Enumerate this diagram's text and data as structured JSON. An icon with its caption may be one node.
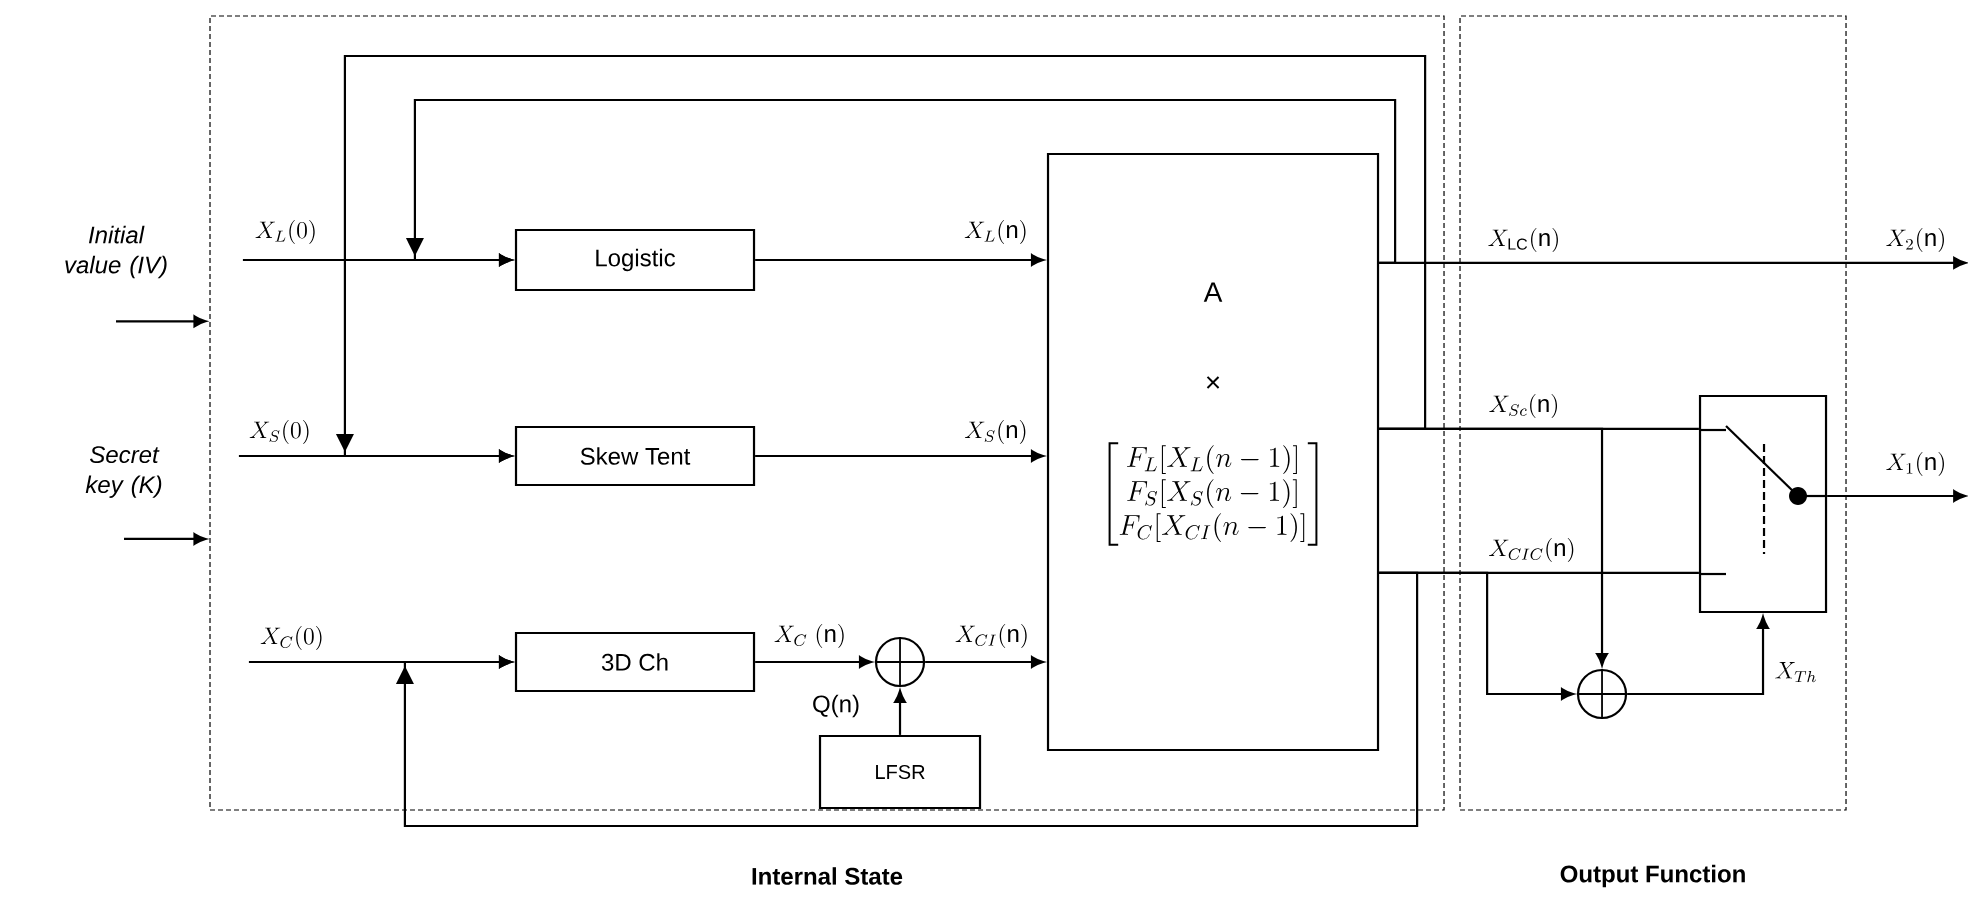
{
  "diagram": {
    "nodes": [
      {
        "text": [
          "Internal State"
        ]
      },
      {
        "text": [
          "Output Function"
        ]
      },
      {
        "text": [
          "Initial value (IV)"
        ]
      },
      {
        "text": [
          "Secret key (K)"
        ]
      },
      {
        "text": [
          "Logistic"
        ],
        "in": 0
      },
      {
        "text": [
          "Skew Tent"
        ],
        "in": 0
      },
      {
        "text": [
          "3D Ch"
        ],
        "in": 0
      },
      {
        "text": [],
        "shape": "circle",
        "in": 0
      },
      {
        "text": [
          "LFSR"
        ],
        "in": 0
      },
      {
        "text": [
          "A",
          "×",
          "\\begin{bmatrix} F_L[X_L(n-1)] \\\\ F_S[X_S(n-1)] \\\\ F_C[X_{CI}(n-1)] \\end{bmatrix}"
        ],
        "in": 0
      },
      {
        "text": [],
        "shape": "circle",
        "in": 1
      },
      {
        "text": [],
        "shape": "box",
        "in": 1
      },
      {
        "text": [
          "X_2(\\mathrm{n})"
        ]
      },
      {
        "text": [
          "X_1(\\mathrm{n})"
        ]
      }
    ],
    "edges": [
      {
        "from": 2,
        "to": 0,
        "arrow": "to"
      },
      {
        "from": 3,
        "to": 0,
        "arrow": "to"
      },
      {
        "from": null,
        "to": 4,
        "arrow": "to",
        "label": "X_L(0)"
      },
      {
        "from": null,
        "to": 5,
        "arrow": "to",
        "label": "X_S(0)"
      },
      {
        "from": null,
        "to": 6,
        "arrow": "to",
        "label": "X_C(0)"
      },
      {
        "from": 4,
        "to": 9,
        "arrow": "to",
        "label": "X_L(\\mathrm{n})"
      },
      {
        "from": 5,
        "to": 9,
        "arrow": "to",
        "label": "X_S(\\mathrm{n})"
      },
      {
        "from": 6,
        "to": 7,
        "arrow": "to",
        "label": "X_C\\ (\\mathrm{n})"
      },
      {
        "from": 8,
        "to": 7,
        "arrow": "to",
        "label": "Q(n)"
      },
      {
        "from": 7,
        "to": 9,
        "arrow": "to",
        "label": "X_{CI}(\\mathrm{n})"
      },
      {
        "from": 9,
        "to": 4,
        "arrow": "to"
      },
      {
        "from": 9,
        "to": 5,
        "arrow": "to"
      },
      {
        "from": 9,
        "to": 6,
        "arrow": "to"
      },
      {
        "from": 9,
        "to": 12,
        "arrow": "to",
        "label": "X_{\\mathrm{LC}}(\\mathrm{n})"
      },
      {
        "from": 9,
        "to": 11,
        "arrow": "none",
        "label": "X_{Sc}(\\mathrm{n})"
      },
      {
        "from": 9,
        "to": 10,
        "arrow": "to"
      },
      {
        "from": 9,
        "to": 11,
        "arrow": "none",
        "label": "X_{CIC}(\\mathrm{n})"
      },
      {
        "from": 9,
        "to": 10,
        "arrow": "to"
      },
      {
        "from": 10,
        "to": 11,
        "arrow": "to",
        "label": "X_{Th}"
      },
      {
        "from": 11,
        "to": 13,
        "arrow": "to"
      }
    ]
  }
}
